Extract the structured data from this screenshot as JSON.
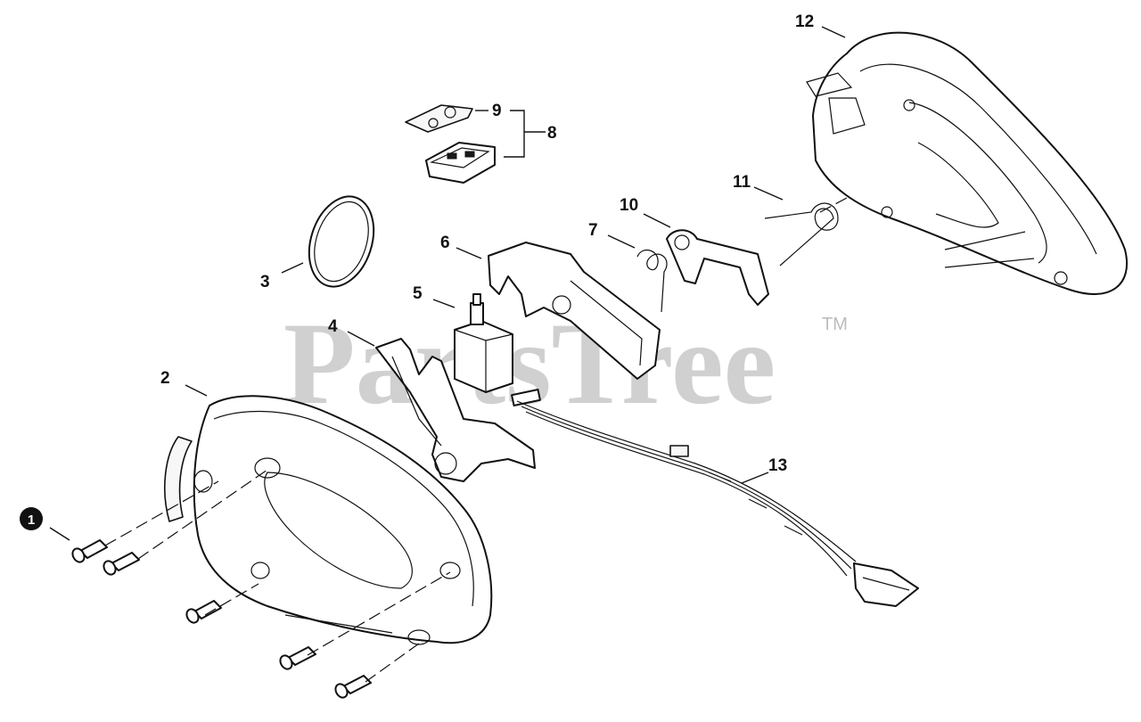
{
  "watermark": {
    "brand": "PartsTree",
    "trademark": "TM"
  },
  "callouts": {
    "c1": "1",
    "c2": "2",
    "c3": "3",
    "c4": "4",
    "c5": "5",
    "c6": "6",
    "c7": "7",
    "c8": "8",
    "c9": "9",
    "c10": "10",
    "c11": "11",
    "c12": "12",
    "c13": "13"
  }
}
